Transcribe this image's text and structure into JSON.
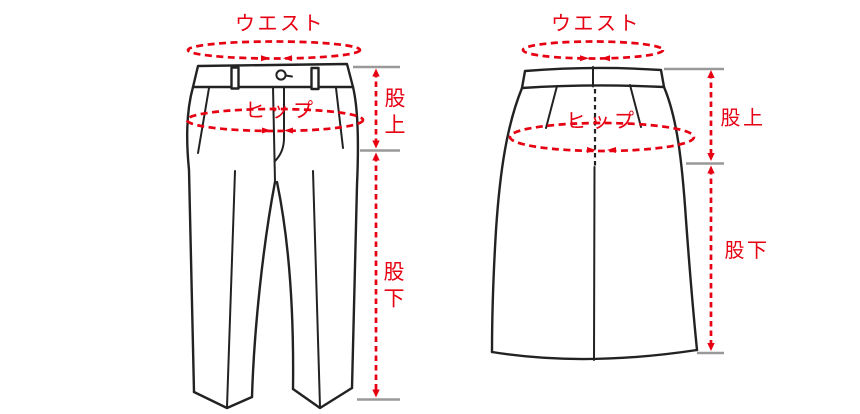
{
  "colors": {
    "accent": "#e60012",
    "line": "#222222",
    "tick": "#999999",
    "background": "#ffffff"
  },
  "pants": {
    "waist_label": "ウエスト",
    "hip_label": "ヒップ",
    "rise_label": "股上",
    "inseam_label": "股下"
  },
  "skirt": {
    "waist_label": "ウエスト",
    "hip_label": "ヒップ",
    "rise_label": "股上",
    "inseam_label": "股下"
  }
}
